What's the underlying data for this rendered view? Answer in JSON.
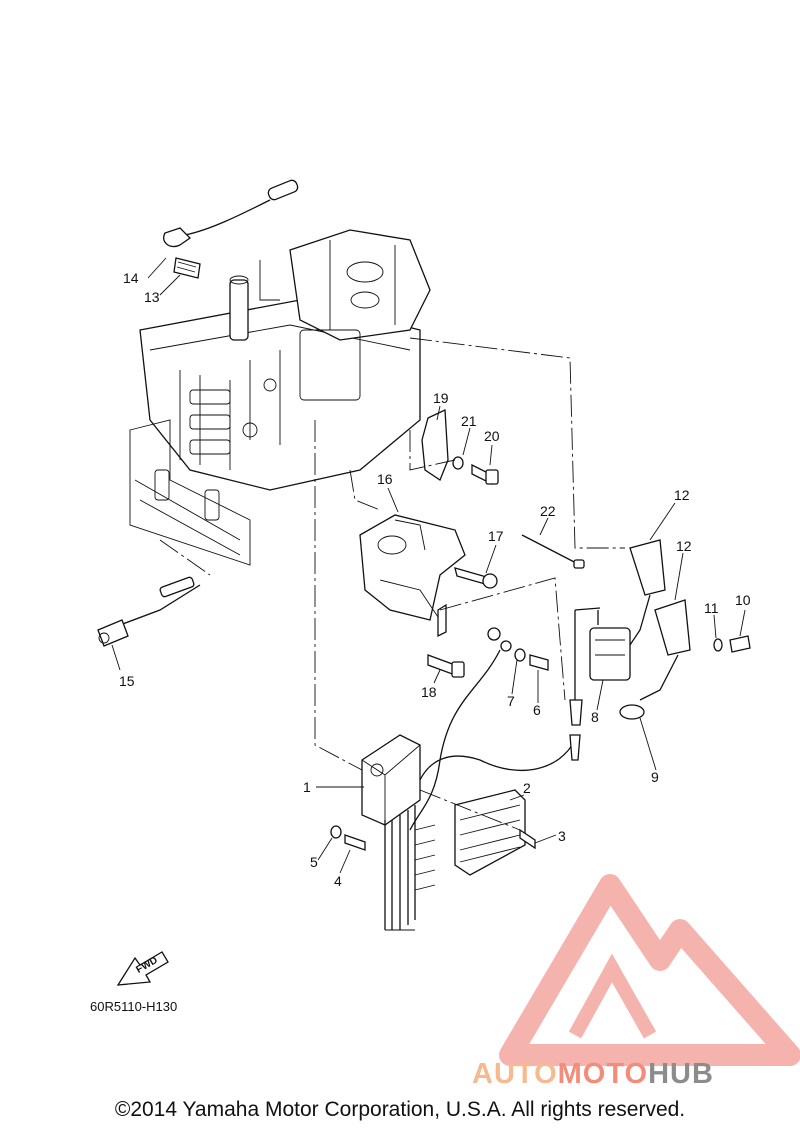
{
  "diagram": {
    "callouts": [
      {
        "id": "c1",
        "label": "1"
      },
      {
        "id": "c2",
        "label": "2"
      },
      {
        "id": "c3",
        "label": "3"
      },
      {
        "id": "c4",
        "label": "4"
      },
      {
        "id": "c5",
        "label": "5"
      },
      {
        "id": "c6",
        "label": "6"
      },
      {
        "id": "c7",
        "label": "7"
      },
      {
        "id": "c8",
        "label": "8"
      },
      {
        "id": "c9",
        "label": "9"
      },
      {
        "id": "c10",
        "label": "10"
      },
      {
        "id": "c11",
        "label": "11"
      },
      {
        "id": "c12a",
        "label": "12"
      },
      {
        "id": "c12b",
        "label": "12"
      },
      {
        "id": "c13",
        "label": "13"
      },
      {
        "id": "c14",
        "label": "14"
      },
      {
        "id": "c15",
        "label": "15"
      },
      {
        "id": "c16",
        "label": "16"
      },
      {
        "id": "c17",
        "label": "17"
      },
      {
        "id": "c18",
        "label": "18"
      },
      {
        "id": "c19",
        "label": "19"
      },
      {
        "id": "c20",
        "label": "20"
      },
      {
        "id": "c21",
        "label": "21"
      },
      {
        "id": "c22",
        "label": "22"
      }
    ],
    "fwd_label": "FWD",
    "drawing_code": "60R5110-H130"
  },
  "watermark": {
    "part1": "AUTO",
    "part2": "MOTO",
    "part3": "HUB",
    "colors": {
      "auto": "#f7b98f",
      "moto": "#f58c7a",
      "hub": "#8c8c8c",
      "triangle": "#f4a6a0"
    }
  },
  "footer": {
    "copyright": "©2014 Yamaha Motor Corporation, U.S.A. All rights reserved."
  }
}
